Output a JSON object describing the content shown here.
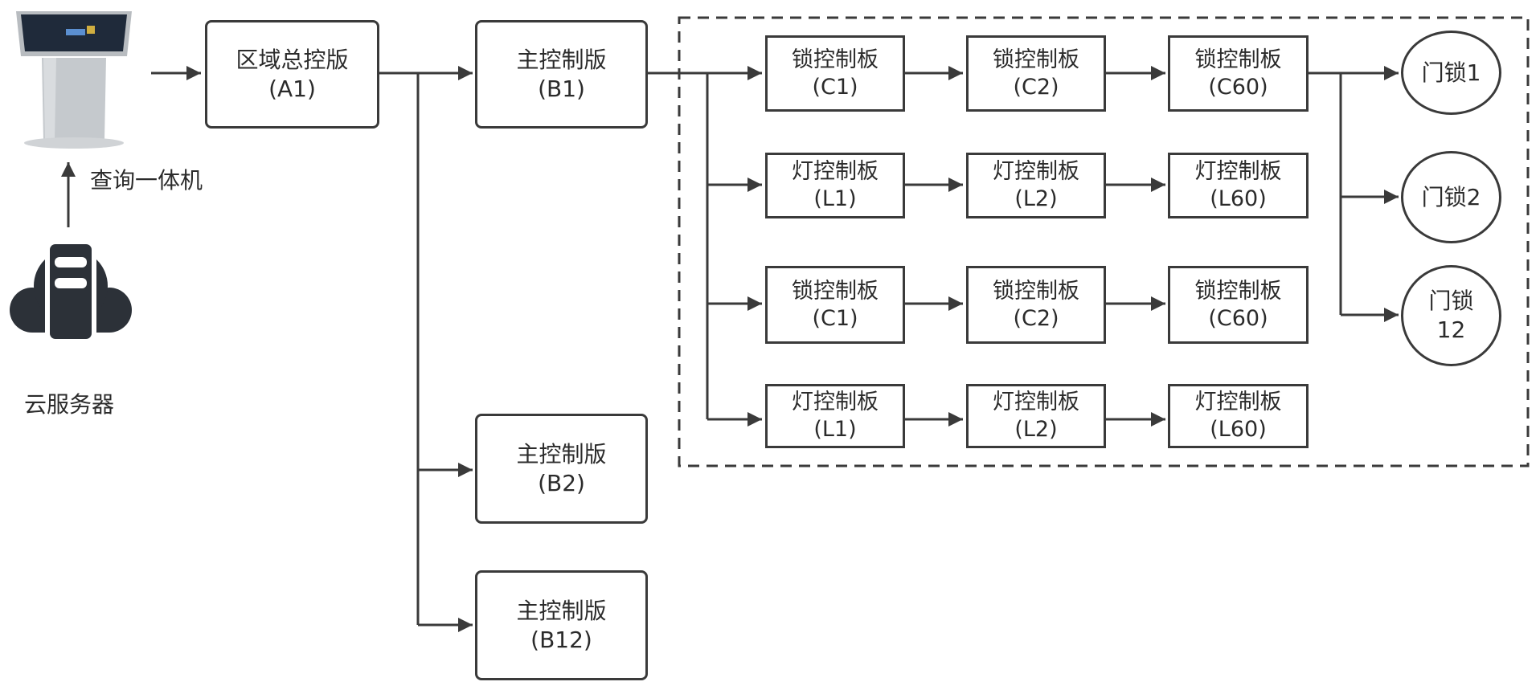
{
  "kiosk": {
    "label": "查询一体机"
  },
  "cloud": {
    "label": "云服务器"
  },
  "area_board": {
    "line1": "区域总控版",
    "line2": "(A1)"
  },
  "main_boards": [
    {
      "line1": "主控制版",
      "line2": "(B1)"
    },
    {
      "line1": "主控制版",
      "line2": "(B2)"
    },
    {
      "line1": "主控制版",
      "line2": "(B12)"
    }
  ],
  "board_rows": [
    {
      "cells": [
        {
          "line1": "锁控制板",
          "line2": "(C1)"
        },
        {
          "line1": "锁控制板",
          "line2": "(C2)"
        },
        {
          "line1": "锁控制板",
          "line2": "(C60)"
        }
      ]
    },
    {
      "cells": [
        {
          "line1": "灯控制板",
          "line2": "(L1)"
        },
        {
          "line1": "灯控制板",
          "line2": "(L2)"
        },
        {
          "line1": "灯控制板",
          "line2": "(L60)"
        }
      ]
    },
    {
      "cells": [
        {
          "line1": "锁控制板",
          "line2": "(C1)"
        },
        {
          "line1": "锁控制板",
          "line2": "(C2)"
        },
        {
          "line1": "锁控制板",
          "line2": "(C60)"
        }
      ]
    },
    {
      "cells": [
        {
          "line1": "灯控制板",
          "line2": "(L1)"
        },
        {
          "line1": "灯控制板",
          "line2": "(L2)"
        },
        {
          "line1": "灯控制板",
          "line2": "(L60)"
        }
      ]
    }
  ],
  "door_locks": [
    {
      "line1": "门锁1",
      "line2": ""
    },
    {
      "line1": "门锁2",
      "line2": ""
    },
    {
      "line1": "门锁",
      "line2": "12"
    }
  ],
  "colors": {
    "stroke": "#3a3a3a",
    "text": "#2b2b2b",
    "icon": "#2c3138"
  }
}
